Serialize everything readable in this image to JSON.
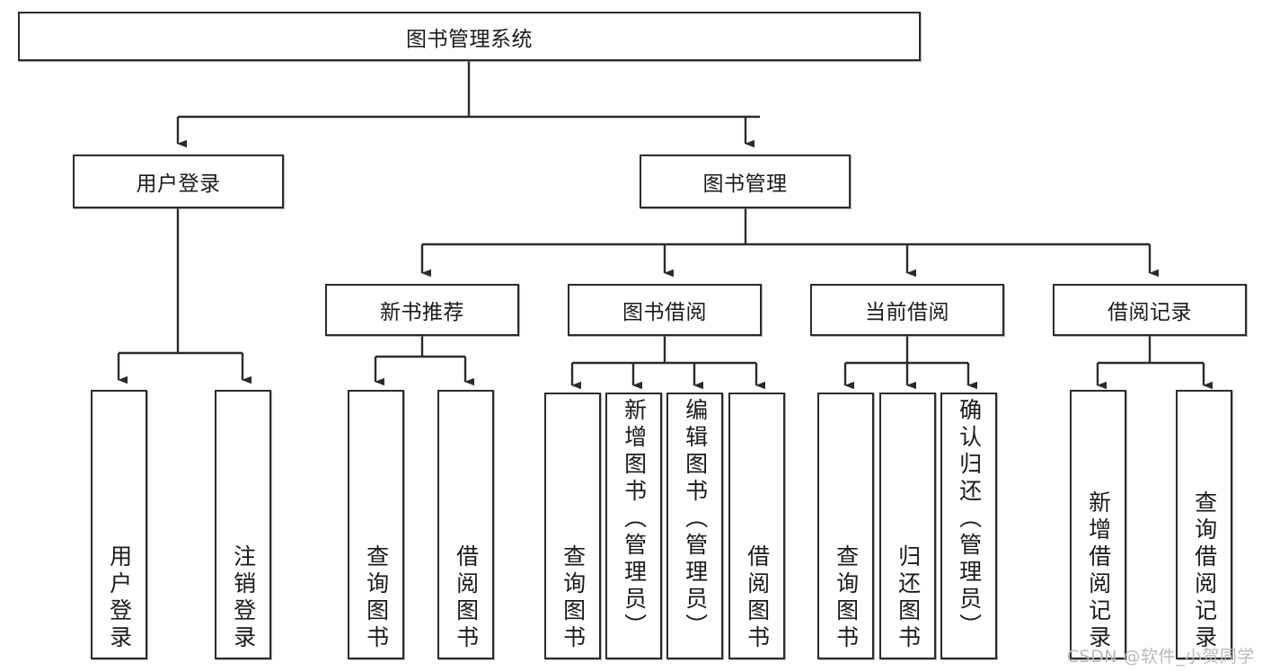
{
  "diagram": {
    "title": "图书管理系统",
    "type": "tree-hierarchy",
    "watermark": "CSDN @软件_小贺同学",
    "colors": {
      "node_border": "#2b2b2b",
      "node_fill": "#ffffff",
      "edge": "#2b2b2b",
      "text": "#1a1a1a",
      "watermark": "#b9b9b9"
    },
    "levels": {
      "root": {
        "label": "图书管理系统"
      },
      "level2": [
        {
          "label": "用户登录"
        },
        {
          "label": "图书管理"
        }
      ],
      "level3": [
        {
          "label": "新书推荐"
        },
        {
          "label": "图书借阅"
        },
        {
          "label": "当前借阅"
        },
        {
          "label": "借阅记录"
        }
      ],
      "leaves": [
        {
          "label": "用户登录",
          "parent": "用户登录"
        },
        {
          "label": "注销登录",
          "parent": "用户登录"
        },
        {
          "label": "查询图书",
          "parent": "新书推荐"
        },
        {
          "label": "借阅图书",
          "parent": "新书推荐"
        },
        {
          "label": "查询图书",
          "parent": "图书借阅"
        },
        {
          "label": "新增图书（管理员）",
          "parent": "图书借阅"
        },
        {
          "label": "编辑图书（管理员）",
          "parent": "图书借阅"
        },
        {
          "label": "借阅图书",
          "parent": "图书借阅"
        },
        {
          "label": "查询图书",
          "parent": "当前借阅"
        },
        {
          "label": "归还图书",
          "parent": "当前借阅"
        },
        {
          "label": "确认归还（管理员）",
          "parent": "当前借阅"
        },
        {
          "label": "新增借阅记录",
          "parent": "借阅记录"
        },
        {
          "label": "查询借阅记录",
          "parent": "借阅记录"
        }
      ]
    }
  }
}
